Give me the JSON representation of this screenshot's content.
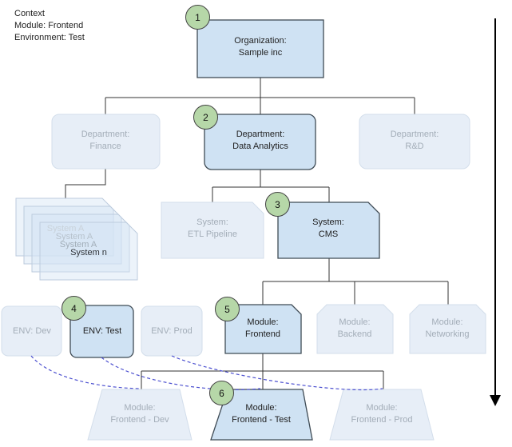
{
  "context": {
    "title": "Context",
    "line1": "Module: Frontend",
    "line2": "Environment: Test"
  },
  "nodes": {
    "organization": {
      "badge": "1",
      "line1": "Organization:",
      "line2": "Sample inc"
    },
    "dept_finance": {
      "line1": "Department:",
      "line2": "Finance"
    },
    "dept_data_analytics": {
      "badge": "2",
      "line1": "Department:",
      "line2": "Data Analytics"
    },
    "dept_rd": {
      "line1": "Department:",
      "line2": "R&D"
    },
    "system_stack": {
      "labels": [
        "System A",
        "System A",
        "System A",
        "System n"
      ]
    },
    "system_etl": {
      "line1": "System:",
      "line2": "ETL Pipeline"
    },
    "system_cms": {
      "badge": "3",
      "line1": "System:",
      "line2": "CMS"
    },
    "env_dev": {
      "line1": "ENV: Dev"
    },
    "env_test": {
      "badge": "4",
      "line1": "ENV: Test"
    },
    "env_prod": {
      "line1": "ENV: Prod"
    },
    "module_frontend": {
      "badge": "5",
      "line1": "Module:",
      "line2": "Frontend"
    },
    "module_backend": {
      "line1": "Module:",
      "line2": "Backend"
    },
    "module_networking": {
      "line1": "Module:",
      "line2": "Networking"
    },
    "deploy_dev": {
      "line1": "Module:",
      "line2": "Frontend - Dev"
    },
    "deploy_test": {
      "badge": "6",
      "line1": "Module:",
      "line2": "Frontend - Test"
    },
    "deploy_prod": {
      "line1": "Module:",
      "line2": "Frontend - Prod"
    }
  },
  "colors": {
    "highlight_fill": "#cfe2f3",
    "highlight_border": "#3f4b55",
    "faded_fill": "#e7eef7",
    "faded_border": "#d3deeb",
    "badge_fill": "#b6d7a8",
    "dashed_link": "#4d51d0",
    "connector": "#333333"
  }
}
